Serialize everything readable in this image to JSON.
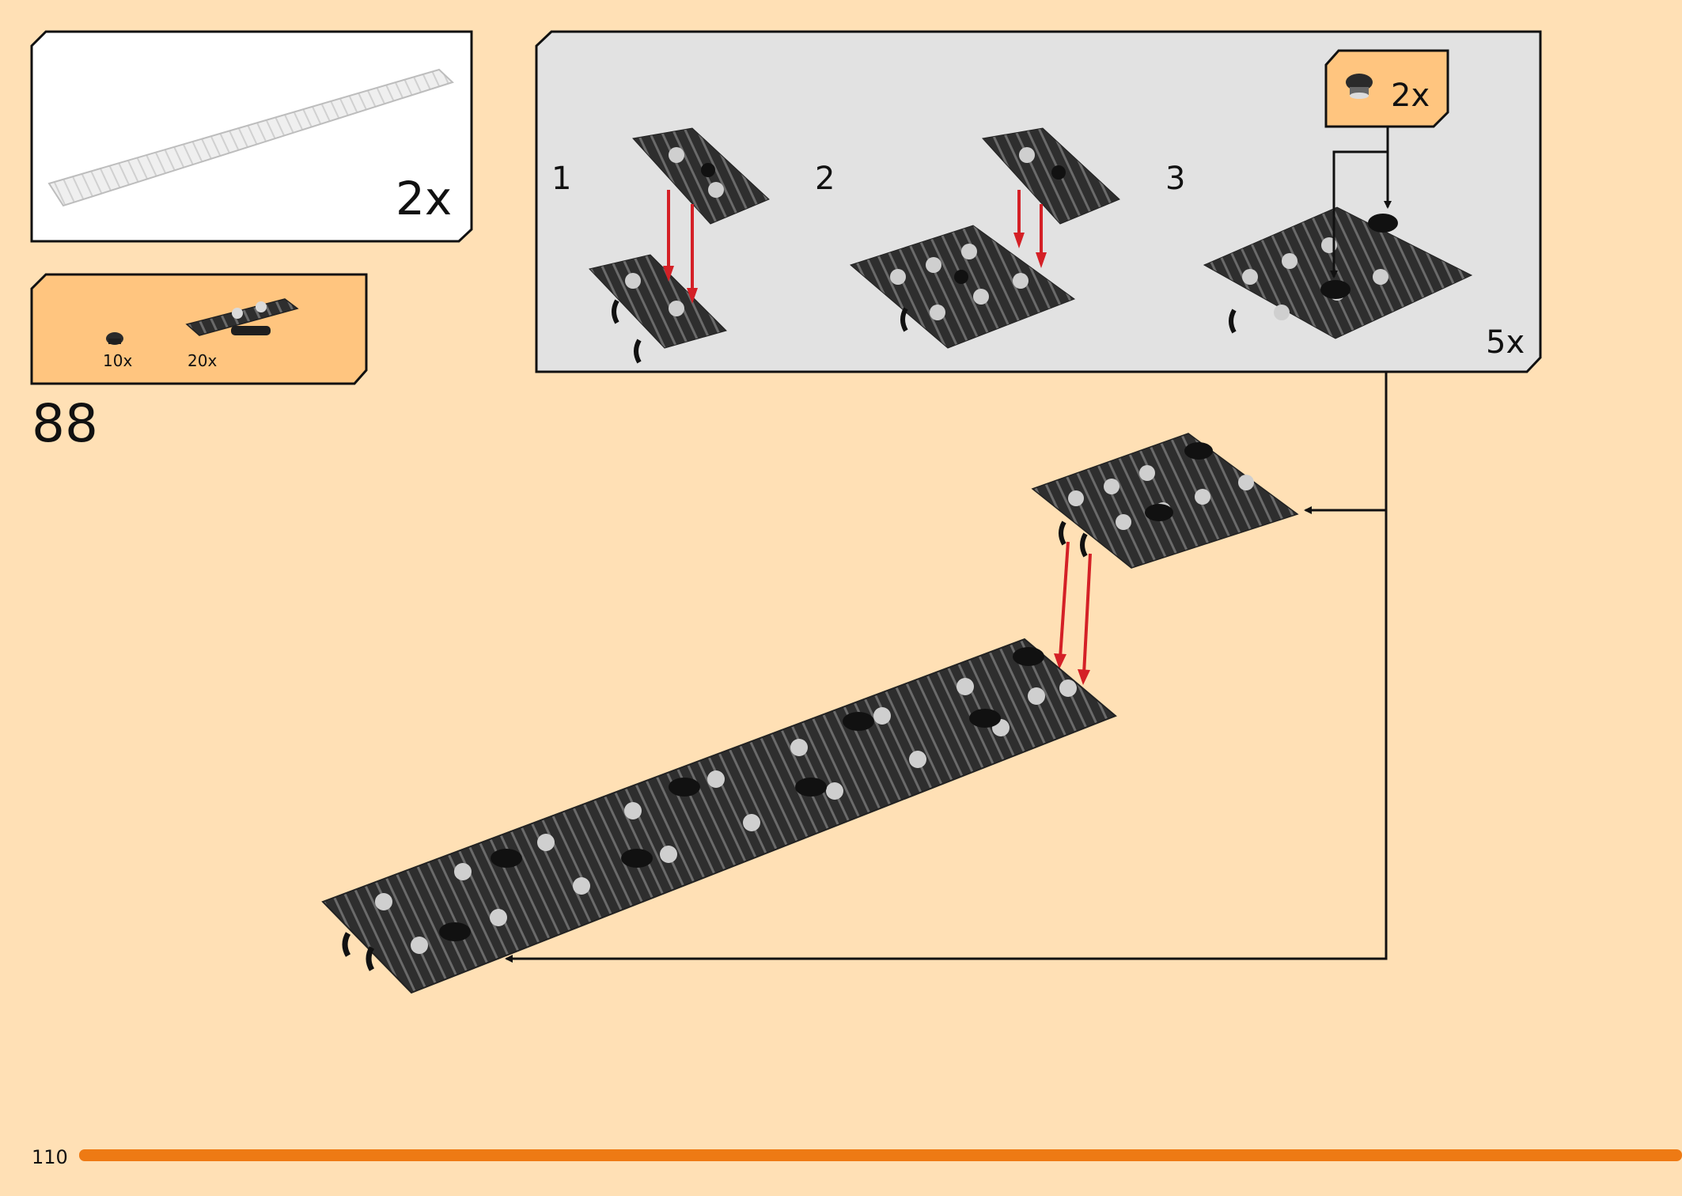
{
  "sub_assembly_preview": {
    "count": "2x"
  },
  "parts_list": {
    "items": [
      {
        "name": "round-tile-part",
        "qty": "10x"
      },
      {
        "name": "tread-link-part",
        "qty": "20x"
      }
    ]
  },
  "step": {
    "number": "88"
  },
  "sub_steps": {
    "labels": [
      "1",
      "2",
      "3"
    ],
    "callout_part_qty": "2x",
    "repeat_count": "5x"
  },
  "footer": {
    "page_number": "110"
  },
  "colors": {
    "background": "#FFE0B5",
    "callout_box": "#FFC57F",
    "substep_panel": "#E2E2E2",
    "arrow_red": "#D42026",
    "progress_bar": "#EE7A14",
    "part_dark": "#2E2E2E"
  }
}
